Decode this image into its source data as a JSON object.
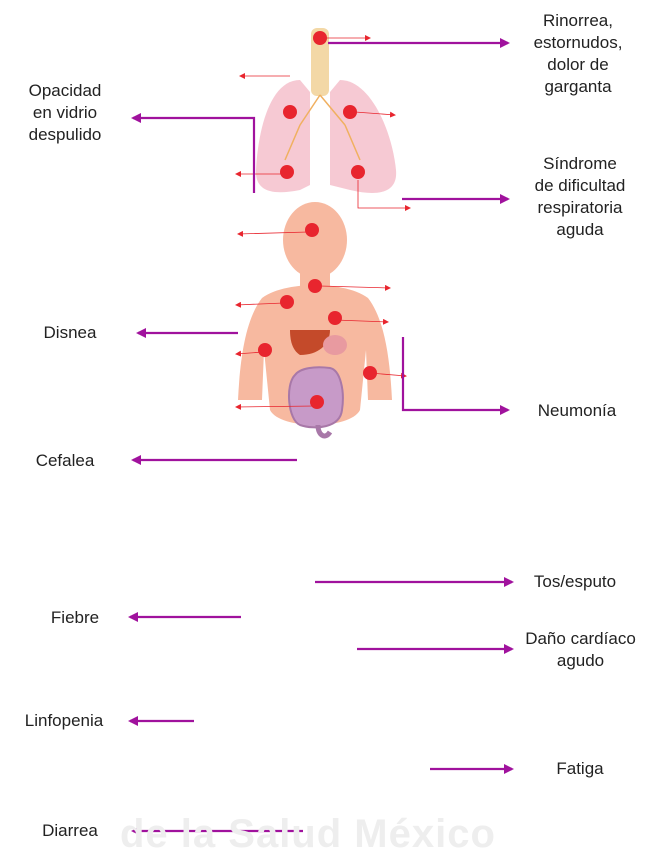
{
  "colors": {
    "arrow": "#a0129d",
    "marker": "#e8252e",
    "lung": "#f6c9d3",
    "body": "#f7b9a0",
    "trachea": "#f3d8a6",
    "intestine": "#c79ac8"
  },
  "labels": {
    "rinorrea": "Rinorrea,\nestornudos,\ndolor de\ngarganta",
    "opacidad": "Opacidad\nen vidrio\ndespulido",
    "sindrome": "Síndrome\nde dificultad\nrespiratoria\naguda",
    "disnea": "Disnea",
    "neumonia": "Neumonía",
    "cefalea": "Cefalea",
    "tos": "Tos/esputo",
    "fiebre": "Fiebre",
    "dano": "Daño cardíaco\nagudo",
    "linfopenia": "Linfopenia",
    "fatiga": "Fatiga",
    "diarrea": "Diarrea"
  },
  "watermark": "de la Salud México"
}
